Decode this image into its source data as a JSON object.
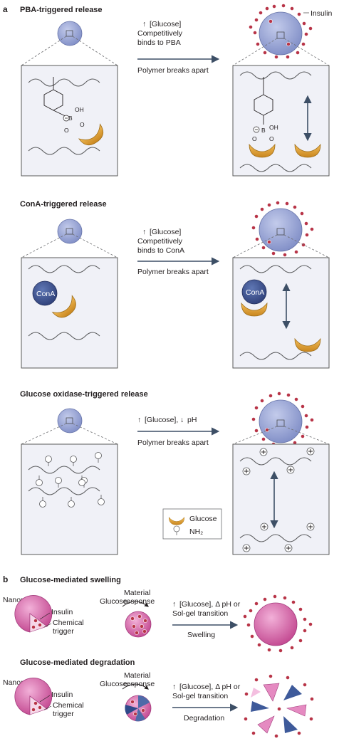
{
  "panel_a": {
    "letter": "a",
    "pba": {
      "title": "PBA-triggered release",
      "insulin_label": "Insulin",
      "arrow_line1": "[Glucose]",
      "arrow_line2": "Competitively",
      "arrow_line3": "binds to PBA",
      "arrow_below": "Polymer breaks apart",
      "oh_left": "OH",
      "b_left": "B",
      "o_left_1": "O",
      "o_left_2": "O",
      "oh_right": "OH",
      "b_right": "B",
      "o_right_1": "O",
      "o_right_2": "O"
    },
    "cona": {
      "title": "ConA-triggered release",
      "arrow_line1": "[Glucose]",
      "arrow_line2": "Competitively",
      "arrow_line3": "binds to ConA",
      "arrow_below": "Polymer breaks apart",
      "cona_label": "ConA"
    },
    "gox": {
      "title": "Glucose oxidase-triggered release",
      "arrow_line1": "[Glucose],",
      "arrow_line1b": "pH",
      "arrow_below": "Polymer breaks apart",
      "legend_glucose": "Glucose",
      "legend_nh2": "NH₂"
    }
  },
  "panel_b": {
    "letter": "b",
    "swelling": {
      "title": "Glucose-mediated swelling",
      "nanoparticle": "Nanoparticle",
      "insulin": "Insulin",
      "chemical": "Chemical",
      "trigger": "trigger",
      "glucose": "Glucose",
      "material": "Material",
      "response": "response",
      "cond_line1": "[Glucose], Δ pH or",
      "cond_line2": "Sol-gel transition",
      "action": "Swelling"
    },
    "degradation": {
      "title": "Glucose-mediated degradation",
      "nanoparticle": "Nanoparticle",
      "insulin": "Insulin",
      "chemical": "Chemical",
      "trigger": "trigger",
      "glucose": "Glucose",
      "material": "Material",
      "response": "response",
      "cond_line1": "[Glucose], Δ pH or",
      "cond_line2": "Sol-gel transition",
      "action": "Degradation"
    }
  },
  "colors": {
    "particle_blue": "#8e9bd0",
    "glucose_orange": "#e0a03a",
    "insulin_red": "#b83447",
    "particle_pink": "#d460a8",
    "arrow": "#3d4f66"
  }
}
